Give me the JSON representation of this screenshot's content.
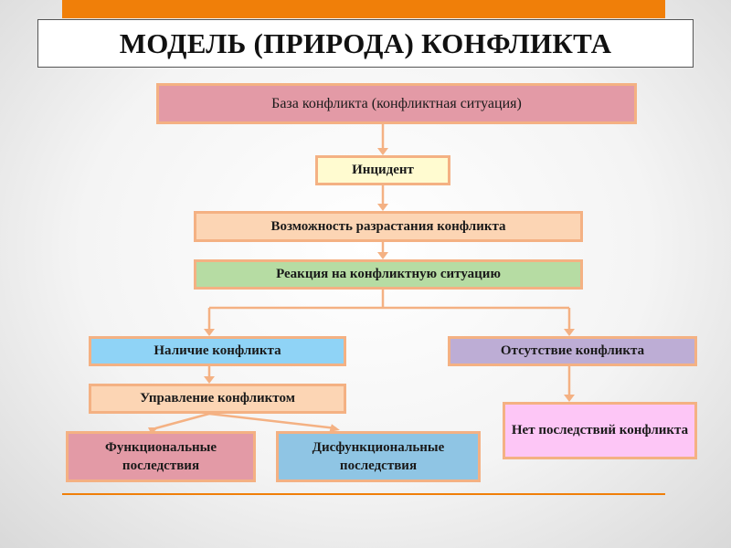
{
  "title": "МОДЕЛЬ (ПРИРОДА) КОНФЛИКТА",
  "nodes": {
    "base": "База конфликта (конфликтная ситуация)",
    "incident": "Инцидент",
    "possibility": "Возможность разрастания конфликта",
    "reaction": "Реакция на конфликтную ситуацию",
    "presence": "Наличие конфликта",
    "absence": "Отсутствие конфликта",
    "management": "Управление конфликтом",
    "functional": "Функциональные последствия",
    "dysfunctional": "Дисфункциональные последствия",
    "no_consequences": "Нет последствий конфликта"
  },
  "colors": {
    "accent": "#f07f09",
    "border": "#f4b183",
    "arrow": "#f4b183"
  }
}
